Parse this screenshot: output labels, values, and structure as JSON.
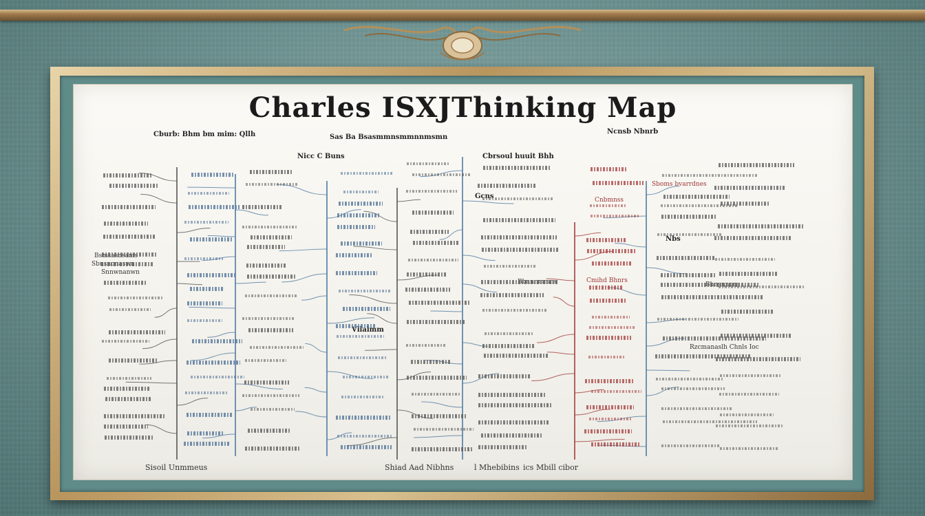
{
  "map": {
    "title": "Charles ISXJThinking Map"
  },
  "colors": {
    "wall": "#6f9493",
    "frame_gold": "#b9955e",
    "paper": "#f6f4ee",
    "line_blue": "#4f7aa3",
    "line_dark": "#555555",
    "line_red": "#a23c3c"
  },
  "footer": {
    "left": "Sisoil Unmmeus",
    "center_a": "Shiad Aad Nibhns",
    "center_b": "l Mhebibins",
    "center_c": "ics",
    "right": "Mbill cibor"
  },
  "column_headers": [
    "Cburb: Bhm bm mim: Qllh",
    "Sas Ba Bsasmmnsmmnnmsmn",
    "Nicc C Buns",
    "Cbrsoul huuit Bhh",
    "Ncnsb Nbnrb",
    "Gcns"
  ],
  "nodes_left": [
    "Bsmsasnsams",
    "Sbnsnonaswn",
    "Snnwnanwn"
  ],
  "nodes_mid": [
    "Vllalmm",
    "Bbnnnmmns"
  ],
  "nodes_right": [
    "Nbs",
    "Rzcmanaslh Chnls Ioc",
    "Sboms bvarrdnes",
    "Cmihd Bhnrs",
    "Cnbmnss",
    "Bhnsnnons"
  ]
}
